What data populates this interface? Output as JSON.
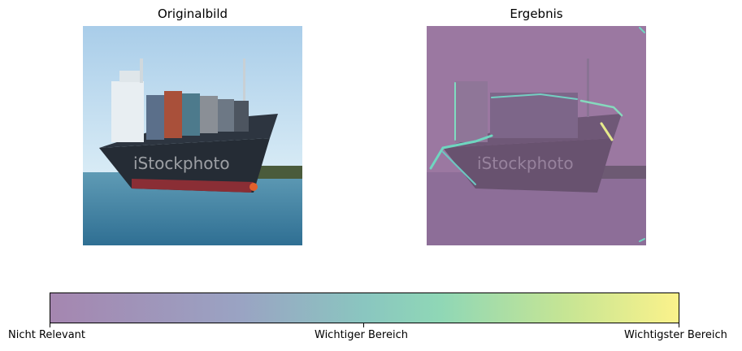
{
  "panels": {
    "left_title": "Originalbild",
    "right_title": "Ergebnis"
  },
  "watermark": "iStockphoto",
  "colorbar": {
    "ticks": [
      "Nicht Relevant",
      "Wichtiger Bereich",
      "Wichtigster Bereich"
    ],
    "colors": [
      "#a586b0",
      "#8ac6c0",
      "#fbf28b"
    ]
  }
}
